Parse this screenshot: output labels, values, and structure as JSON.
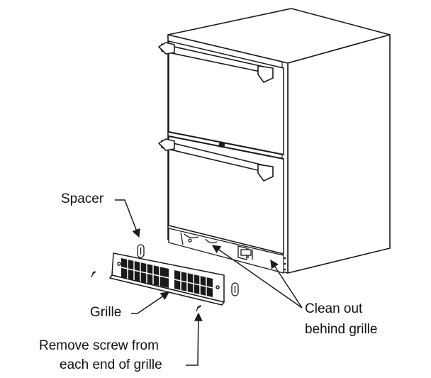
{
  "labels": {
    "spacer": "Spacer",
    "grille": "Grille",
    "clean_line1": "Clean out",
    "clean_line2": "behind grille",
    "remove_line1": "Remove screw from",
    "remove_line2": "each end of grille"
  },
  "colors": {
    "line": "#1a1a1a",
    "fill": "#ffffff",
    "vent": "#1a1a1a"
  }
}
